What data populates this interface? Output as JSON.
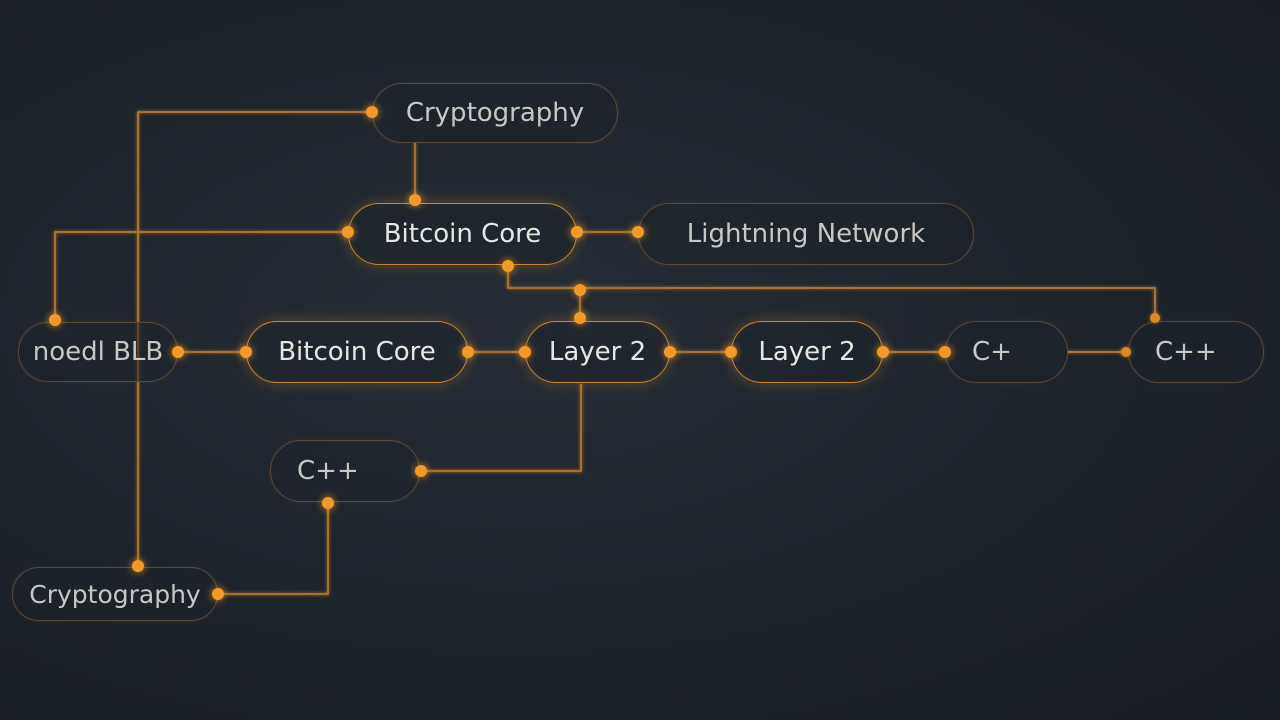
{
  "diagram": {
    "accent_color": "#f39a26",
    "line_color": "#a8702c",
    "nodes": [
      {
        "id": "cryptography-top",
        "label": "Cryptography"
      },
      {
        "id": "bitcoin-core-top",
        "label": "Bitcoin Core"
      },
      {
        "id": "lightning-network",
        "label": "Lightning Network"
      },
      {
        "id": "noedl-blb",
        "label": "noedl BLB"
      },
      {
        "id": "bitcoin-core-mid",
        "label": "Bitcoin Core"
      },
      {
        "id": "layer-2-a",
        "label": "Layer 2"
      },
      {
        "id": "layer-2-b",
        "label": "Layer 2"
      },
      {
        "id": "c-plus",
        "label": "C+"
      },
      {
        "id": "cpp-right",
        "label": "C++"
      },
      {
        "id": "cpp-mid",
        "label": "C++"
      },
      {
        "id": "cryptography-bottom",
        "label": "Cryptography"
      }
    ],
    "edges": [
      {
        "from": "cryptography-top",
        "to": "bitcoin-core-top"
      },
      {
        "from": "cryptography-top",
        "to": "cryptography-bottom"
      },
      {
        "from": "bitcoin-core-top",
        "to": "lightning-network"
      },
      {
        "from": "bitcoin-core-top",
        "to": "noedl-blb"
      },
      {
        "from": "bitcoin-core-top",
        "to": "layer-2-a"
      },
      {
        "from": "bitcoin-core-top",
        "to": "cpp-right"
      },
      {
        "from": "noedl-blb",
        "to": "bitcoin-core-mid"
      },
      {
        "from": "bitcoin-core-mid",
        "to": "layer-2-a"
      },
      {
        "from": "layer-2-a",
        "to": "layer-2-b"
      },
      {
        "from": "layer-2-b",
        "to": "c-plus"
      },
      {
        "from": "c-plus",
        "to": "cpp-right"
      },
      {
        "from": "layer-2-a",
        "to": "cpp-mid"
      },
      {
        "from": "cpp-mid",
        "to": "cryptography-bottom"
      }
    ]
  }
}
